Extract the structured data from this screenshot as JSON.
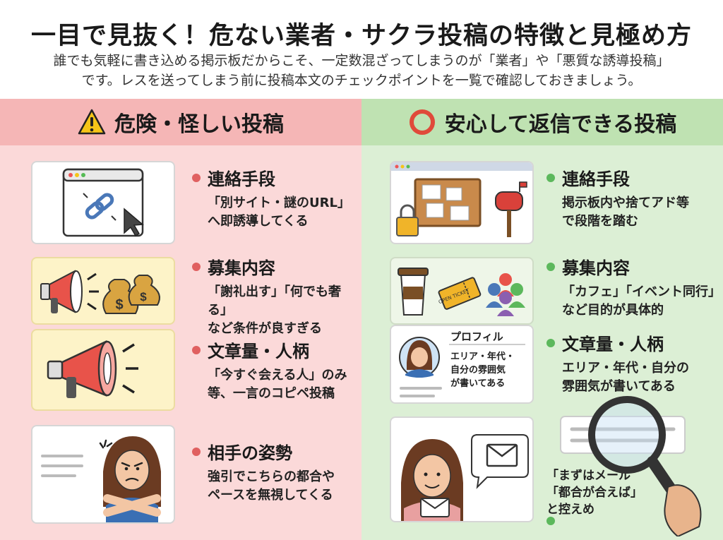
{
  "header": {
    "title": "一目で見抜く！危ない業者・サクラ投稿の特徴と見極め方",
    "intro_line1": "誰でも気軽に書き込める掲示板だからこそ、一定数混ざってしまうのが「業者」や「悪質な誘導投稿」",
    "intro_line2": "です。レスを送ってしまう前に投稿本文のチェックポイントを一覧で確認しておきましょう。"
  },
  "left": {
    "heading": "危険・怪しい投稿",
    "heading_icon": "warning-icon",
    "items": [
      {
        "title": "連絡手段",
        "body": "「別サイト・謎のURL」\nへ即誘導してくる",
        "icon": "link-cursor-icon"
      },
      {
        "title": "募集内容",
        "body": "「謝礼出す」「何でも奢る」\nなど条件が良すぎる",
        "icon": "megaphone-money-icon"
      },
      {
        "title": "文章量・人柄",
        "body": "「今すぐ会える人」のみ\n等、一言のコピペ投稿",
        "icon": "megaphone-icon"
      },
      {
        "title": "相手の姿勢",
        "body": "強引でこちらの都合や\nペースを無視してくる",
        "icon": "angry-person-icon"
      }
    ]
  },
  "right": {
    "heading": "安心して返信できる投稿",
    "heading_icon": "circle-ok-icon",
    "items": [
      {
        "title": "連絡手段",
        "body": "掲示板内や捨てアド等\nで段階を踏む",
        "icon": "board-lock-mailbox-icon"
      },
      {
        "title": "募集内容",
        "body": "「カフェ」「イベント同行」\nなど目的が具体的",
        "icon": "coffee-ticket-people-icon"
      },
      {
        "title": "文章量・人柄",
        "body": "エリア・年代・自分の\n雰囲気が書いてある",
        "icon": "profile-card-icon"
      },
      {
        "title": "",
        "body": "「まずはメール\n「都合が合えば」\nと控えめ",
        "icon": "mail-person-icon"
      }
    ],
    "profile_card": {
      "label": "プロフィル",
      "text": "エリア・年代・\n自分の雰囲気\nが書いてある"
    },
    "ticket_text": "OPEN TICKET"
  },
  "colors": {
    "left_bg": "#fbd9d9",
    "left_head": "#f5b6b6",
    "right_bg": "#dcefd5",
    "right_head": "#bfe2b2",
    "danger_dot": "#e06060",
    "safe_dot": "#5cb85c"
  }
}
